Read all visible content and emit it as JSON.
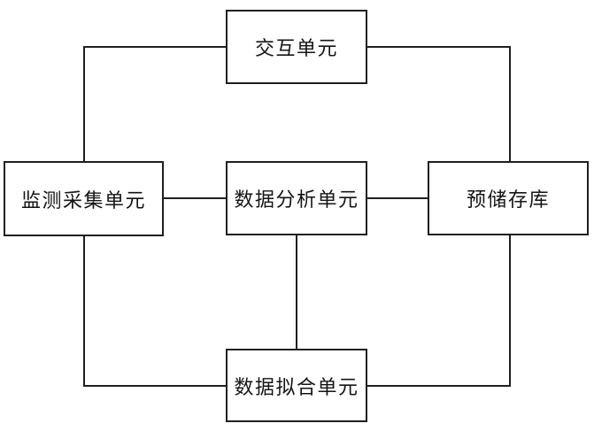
{
  "diagram": {
    "type": "block-diagram",
    "nodes": {
      "interaction": {
        "label": "交互单元"
      },
      "monitoring": {
        "label": "监测采集单元"
      },
      "analysis": {
        "label": "数据分析单元"
      },
      "storage": {
        "label": "预储存库"
      },
      "fitting": {
        "label": "数据拟合单元"
      }
    },
    "edges": [
      "interaction - monitoring",
      "interaction - storage",
      "monitoring - analysis",
      "analysis - storage",
      "analysis - fitting",
      "monitoring - fitting",
      "storage - fitting"
    ],
    "colors": {
      "line_color": "#1f1f1f",
      "box_border": "#1f1f1f",
      "bg_color": "#ffffff",
      "text_color": "#141414"
    }
  }
}
